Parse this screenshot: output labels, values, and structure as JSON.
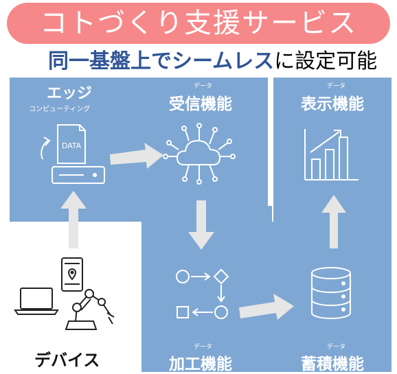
{
  "banner": {
    "title": "コトづくり支援サービス"
  },
  "subtitle": {
    "highlight": "同一基盤上でシームレス",
    "rest": "に設定可能"
  },
  "nodes": {
    "edge": {
      "title": "エッジ",
      "sub": "コンピューティング"
    },
    "receive": {
      "ruby": "データ",
      "title": "受信機能"
    },
    "display": {
      "ruby": "データ",
      "title": "表示機能"
    },
    "process": {
      "ruby": "データ",
      "title": "加工機能"
    },
    "store": {
      "ruby": "データ",
      "title": "蓄積機能"
    },
    "devices": {
      "title": "デバイス"
    }
  },
  "icons": {
    "data_doc_label": "DATA"
  },
  "colors": {
    "banner": "#f6888a",
    "panel": "#7fa7d3",
    "accent_text": "#2f5496",
    "arrow": "#e6e6e6"
  }
}
